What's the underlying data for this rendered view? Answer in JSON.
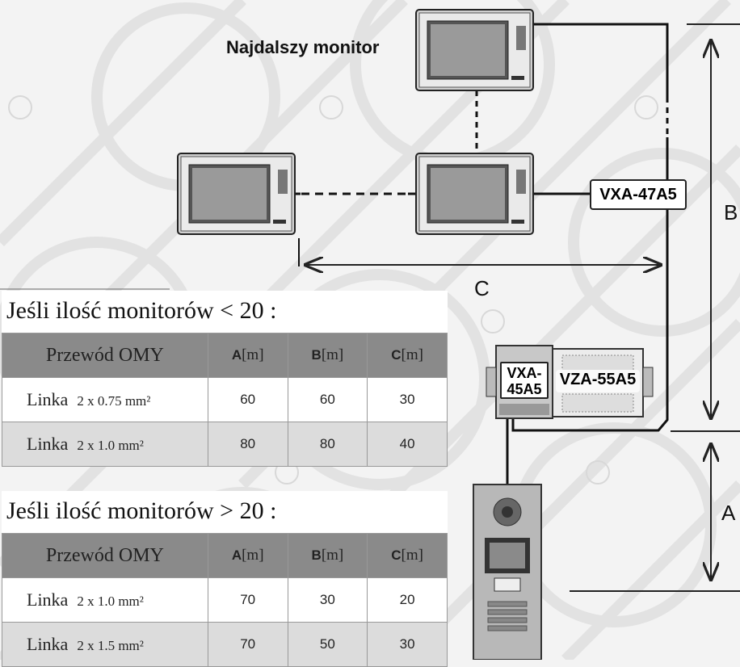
{
  "diagram": {
    "far_monitor_label": "Najdalszy monitor",
    "dimension_labels": {
      "a": "A",
      "b": "B",
      "c": "C"
    },
    "modules": {
      "distributor": "VXA-47A5",
      "controller_line1": "VXA-",
      "controller_line2": "45A5",
      "power_supply": "VZA-55A5"
    }
  },
  "tables": [
    {
      "caption": "Jeśli ilość monitorów < 20 :",
      "header": {
        "cable": "Przewód OMY",
        "a": "A",
        "b": "B",
        "c": "C",
        "unit": "[m]"
      },
      "rows": [
        {
          "label": "Linka",
          "size": "2 x 0.75 mm²",
          "a": "60",
          "b": "60",
          "c": "30"
        },
        {
          "label": "Linka",
          "size": "2 x 1.0 mm²",
          "a": "80",
          "b": "80",
          "c": "40"
        }
      ]
    },
    {
      "caption": "Jeśli ilość monitorów > 20 :",
      "header": {
        "cable": "Przewód OMY",
        "a": "A",
        "b": "B",
        "c": "C",
        "unit": "[m]"
      },
      "rows": [
        {
          "label": "Linka",
          "size": "2 x 1.0 mm²",
          "a": "70",
          "b": "30",
          "c": "20"
        },
        {
          "label": "Linka",
          "size": "2 x 1.5 mm²",
          "a": "70",
          "b": "50",
          "c": "30"
        }
      ]
    }
  ]
}
